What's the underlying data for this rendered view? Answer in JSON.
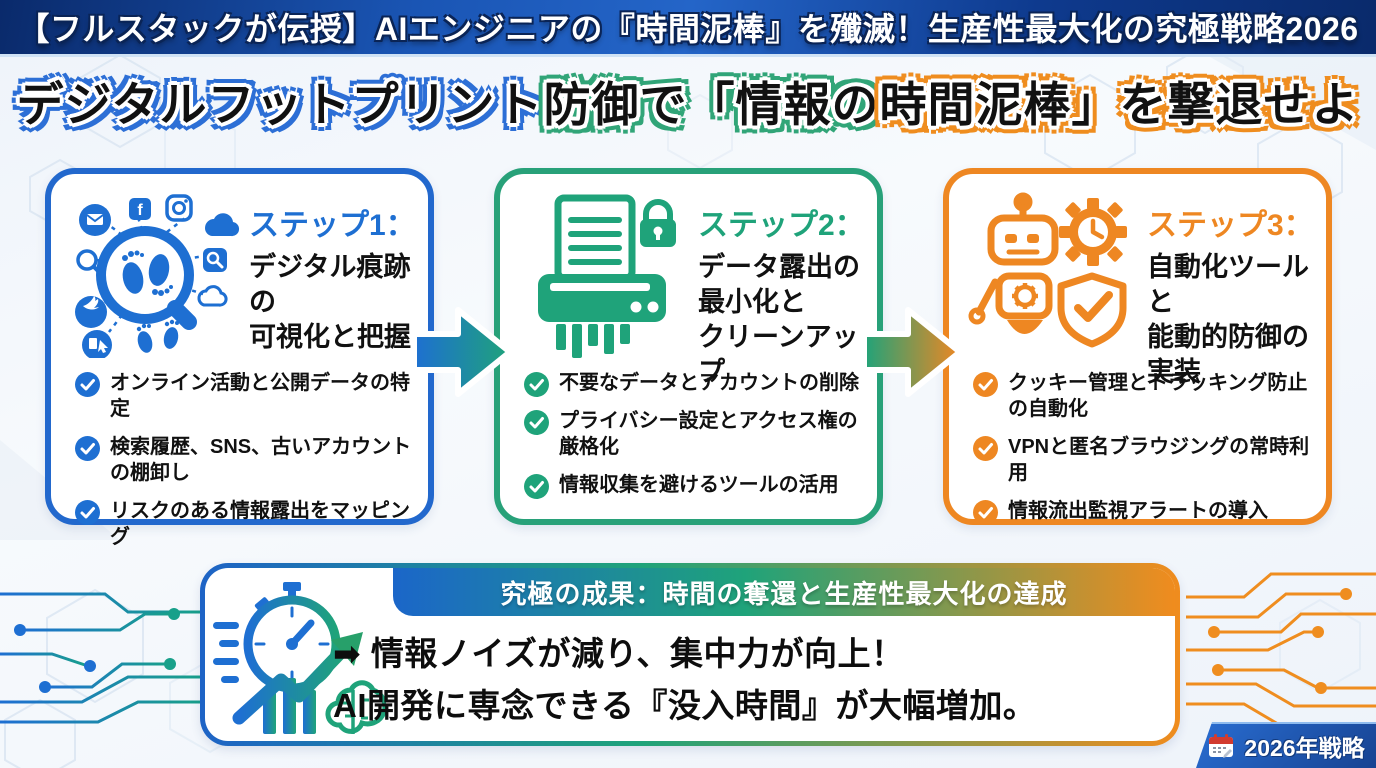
{
  "banner": {
    "text": "【フルスタックが伝授】AIエンジニアの『時間泥棒』を殲滅！生産性最大化の究極戦略2026"
  },
  "title": {
    "parts": [
      {
        "text": "デジタルフットプリント",
        "outline_color": "#2d6fd6"
      },
      {
        "text": "防御で「情報の",
        "outline_color": "#31a578"
      },
      {
        "text": "時間泥棒」を撃退せよ",
        "outline_color": "#ef8d1f"
      }
    ]
  },
  "steps": [
    {
      "label": "ステップ1：",
      "title_lines": [
        "デジタル痕跡の",
        "可視化と把握"
      ],
      "icon": "magnifier-footprints-icon",
      "color": "#1e6fd2",
      "items": [
        "オンライン活動と公開データの特定",
        "検索履歴、SNS、古いアカウントの棚卸し",
        "リスクのある情報露出をマッピング"
      ]
    },
    {
      "label": "ステップ2：",
      "title_lines": [
        "データ露出の",
        "最小化と",
        "クリーンアップ"
      ],
      "icon": "shredder-lock-icon",
      "color": "#1fa37a",
      "items": [
        "不要なデータとアカウントの削除",
        "プライバシー設定とアクセス権の厳格化",
        "情報収集を避けるツールの活用"
      ]
    },
    {
      "label": "ステップ3：",
      "title_lines": [
        "自動化ツールと",
        "能動的防御の",
        "実装"
      ],
      "icon": "robot-automation-shield-icon",
      "color": "#ee8722",
      "items": [
        "クッキー管理とトラッキング防止の自動化",
        "VPNと匿名ブラウジングの常時利用",
        "情報流出監視アラートの導入"
      ]
    }
  ],
  "result": {
    "header": "究極の成果：時間の奪還と生産性最大化の達成",
    "line1": "➡ 情報ノイズが減り、集中力が向上！",
    "line2": "AI開発に専念できる『没入時間』が大幅増加。",
    "icon": "stopwatch-growth-brain-icon"
  },
  "badge": {
    "text": "2026年戦略",
    "icon": "calendar-icon"
  },
  "colors": {
    "banner_bg": "#123f8f",
    "step1_blue": "#1e6fd2",
    "step2_green": "#1fa37a",
    "step3_orange": "#ee8722",
    "result_gradient": [
      "#1b66c9",
      "#1fa37a",
      "#f08c1e"
    ],
    "background": "#eef3fa"
  }
}
